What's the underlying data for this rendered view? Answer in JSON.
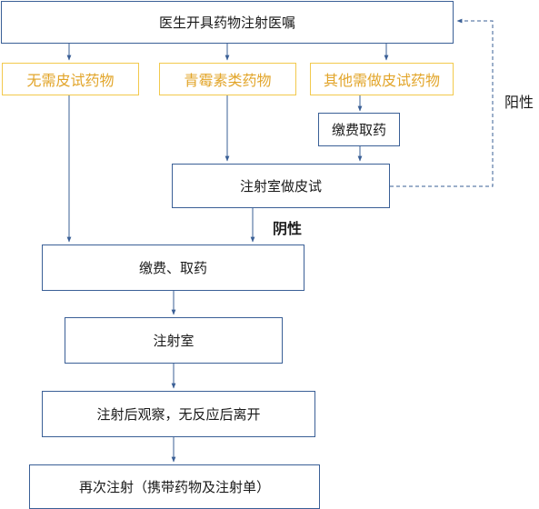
{
  "nodes": {
    "prescription": "医生开具药物注射医嘱",
    "no_skin_test": "无需皮试药物",
    "penicillin": "青霉素类药物",
    "other_skin_test": "其他需做皮试药物",
    "pay_get_drug_1": "缴费取药",
    "skin_test_room": "注射室做皮试",
    "pay_get_drug_2": "缴费、取药",
    "injection_room": "注射室",
    "observe": "注射后观察，无反应后离开",
    "reinject": "再次注射（携带药物及注射单）"
  },
  "edge_labels": {
    "negative": "阴性",
    "positive": "阳性"
  },
  "colors": {
    "border_blue": "#3a5f96",
    "border_yellow": "#f2c94c",
    "text_yellow": "#e2a52a"
  }
}
